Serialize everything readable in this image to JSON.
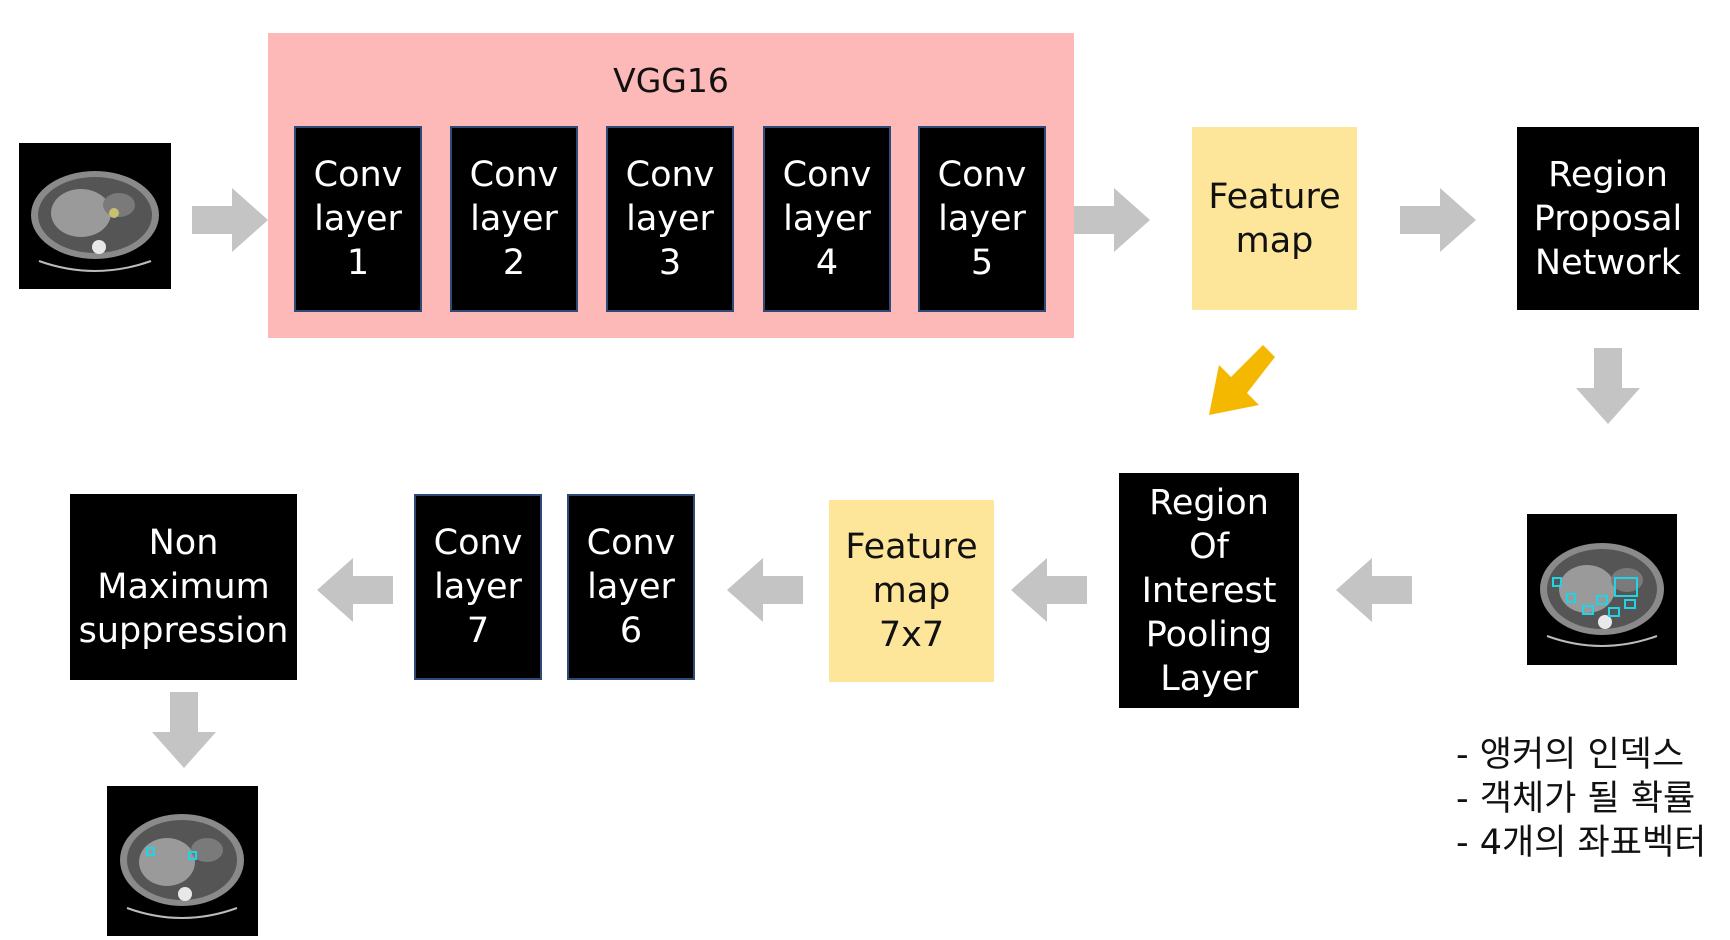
{
  "vgg": {
    "title": "VGG16"
  },
  "conv_layers_top": [
    "Conv\nlayer\n1",
    "Conv\nlayer\n2",
    "Conv\nlayer\n3",
    "Conv\nlayer\n4",
    "Conv\nlayer\n5"
  ],
  "feature_map_top": "Feature\nmap",
  "rpn": "Region\nProposal\nNetwork",
  "roi_pooling": "Region\nOf\nInterest\nPooling\nLayer",
  "feature_map_7x7": "Feature\nmap\n7x7",
  "conv_layers_bottom": {
    "layer6": "Conv\nlayer\n6",
    "layer7": "Conv\nlayer\n7"
  },
  "nms": "Non\nMaximum\nsuppression",
  "rpn_outputs": [
    "- 앵커의 인덱스",
    "- 객체가 될 확률",
    "- 4개의 좌표벡터"
  ],
  "colors": {
    "vgg_background": "#fdb8b8",
    "feature_map": "#fde59a",
    "block": "#000000",
    "arrow_gray": "#c4c4c4",
    "arrow_highlight": "#f5b800",
    "detection_box": "#22d3e6"
  }
}
